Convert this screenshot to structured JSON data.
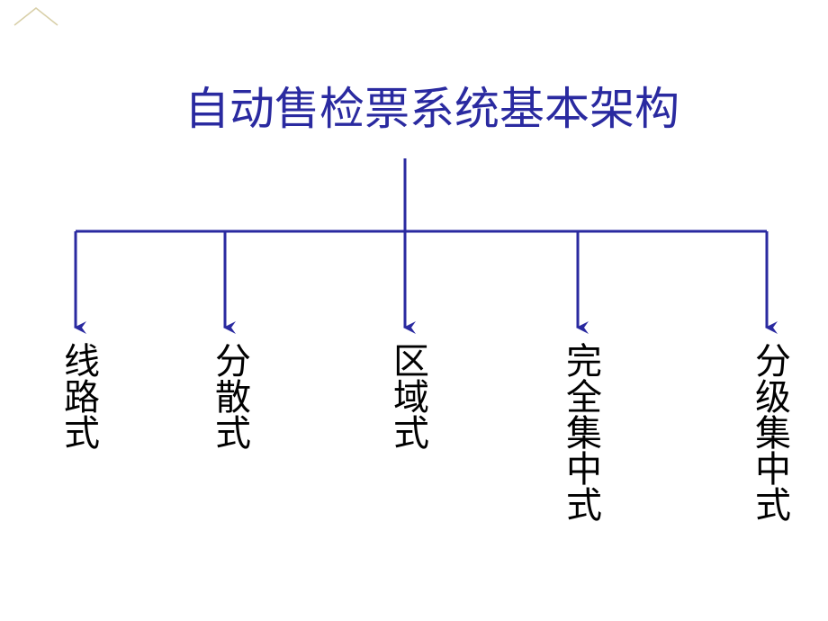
{
  "title": "自动售检票系统基本架构",
  "colors": {
    "title": "#2a2aa0",
    "connector": "#2a2aa0",
    "leaf_text": "#000000",
    "corner_mark": "#d8cfa8"
  },
  "children": [
    {
      "label": "线路式"
    },
    {
      "label": "分散式"
    },
    {
      "label": "区域式"
    },
    {
      "label": "完全集中式"
    },
    {
      "label": "分级集中式"
    }
  ]
}
